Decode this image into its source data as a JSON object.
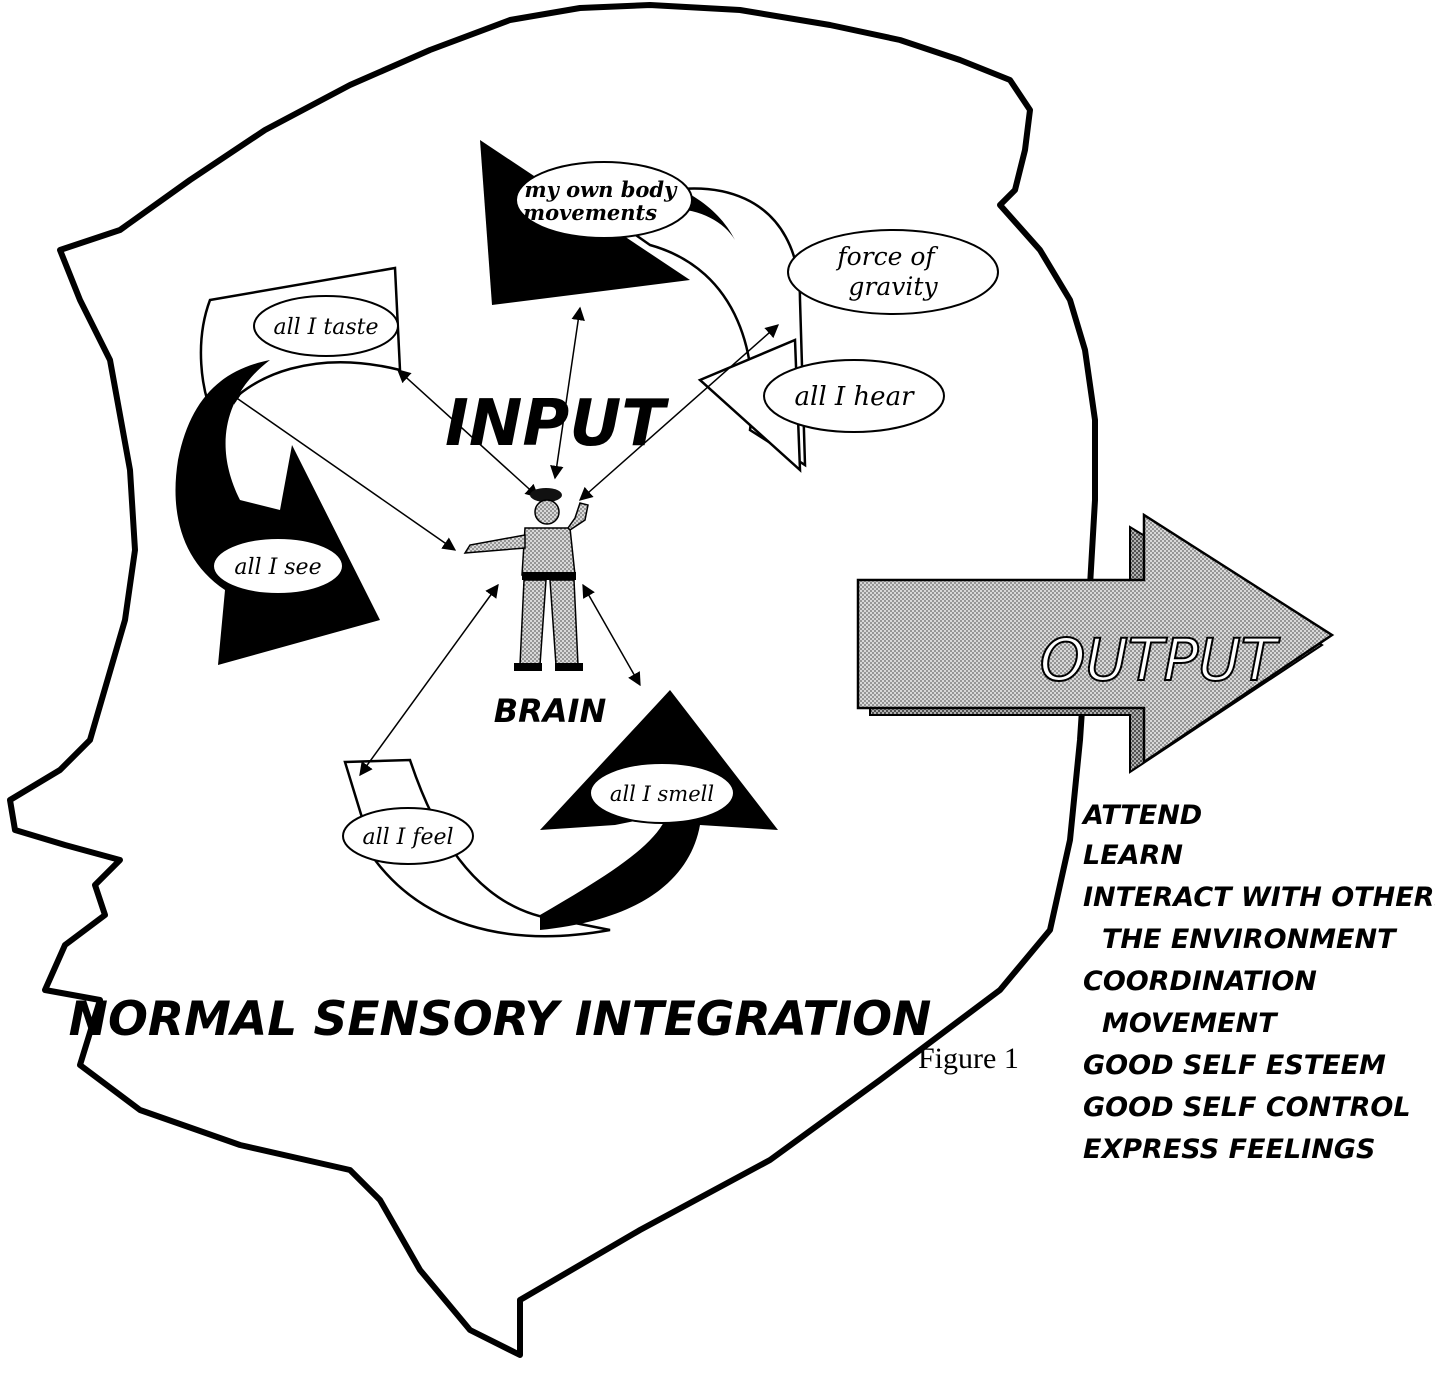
{
  "diagram": {
    "title": "NORMAL SENSORY INTEGRATION",
    "input_label": "INPUT",
    "center_label": "BRAIN",
    "output_label": "OUTPUT",
    "caption": "Figure 1",
    "senses": {
      "body_movements": [
        "my own body",
        "movements"
      ],
      "gravity": [
        "force of",
        "gravity"
      ],
      "taste": "all I taste",
      "hear": "all I hear",
      "see": "all I see",
      "smell": "all I smell",
      "feel": "all I feel"
    },
    "outputs": [
      "ATTEND",
      "LEARN",
      "INTERACT WITH OTHERS &",
      "THE ENVIRONMENT",
      "COORDINATION",
      "MOVEMENT",
      "GOOD SELF ESTEEM",
      "GOOD SELF CONTROL",
      "EXPRESS FEELINGS"
    ]
  }
}
